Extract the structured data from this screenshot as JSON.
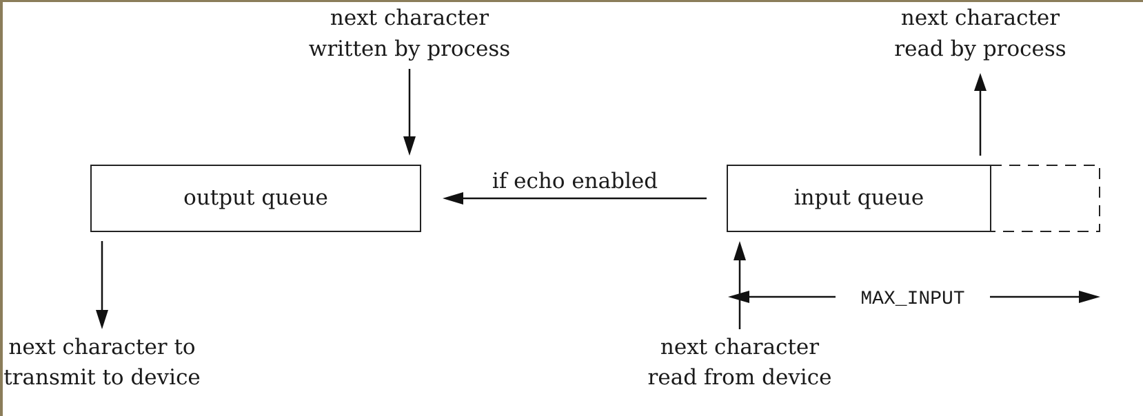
{
  "labels": {
    "top_left_line1": "next character",
    "top_left_line2": "written by process",
    "top_right_line1": "next character",
    "top_right_line2": "read by process",
    "output_queue": "output queue",
    "input_queue": "input queue",
    "echo": "if echo enabled",
    "max_input": "MAX_INPUT",
    "bottom_left_line1": "next character to",
    "bottom_left_line2": "transmit to device",
    "bottom_right_line1": "next character",
    "bottom_right_line2": "read from device"
  }
}
